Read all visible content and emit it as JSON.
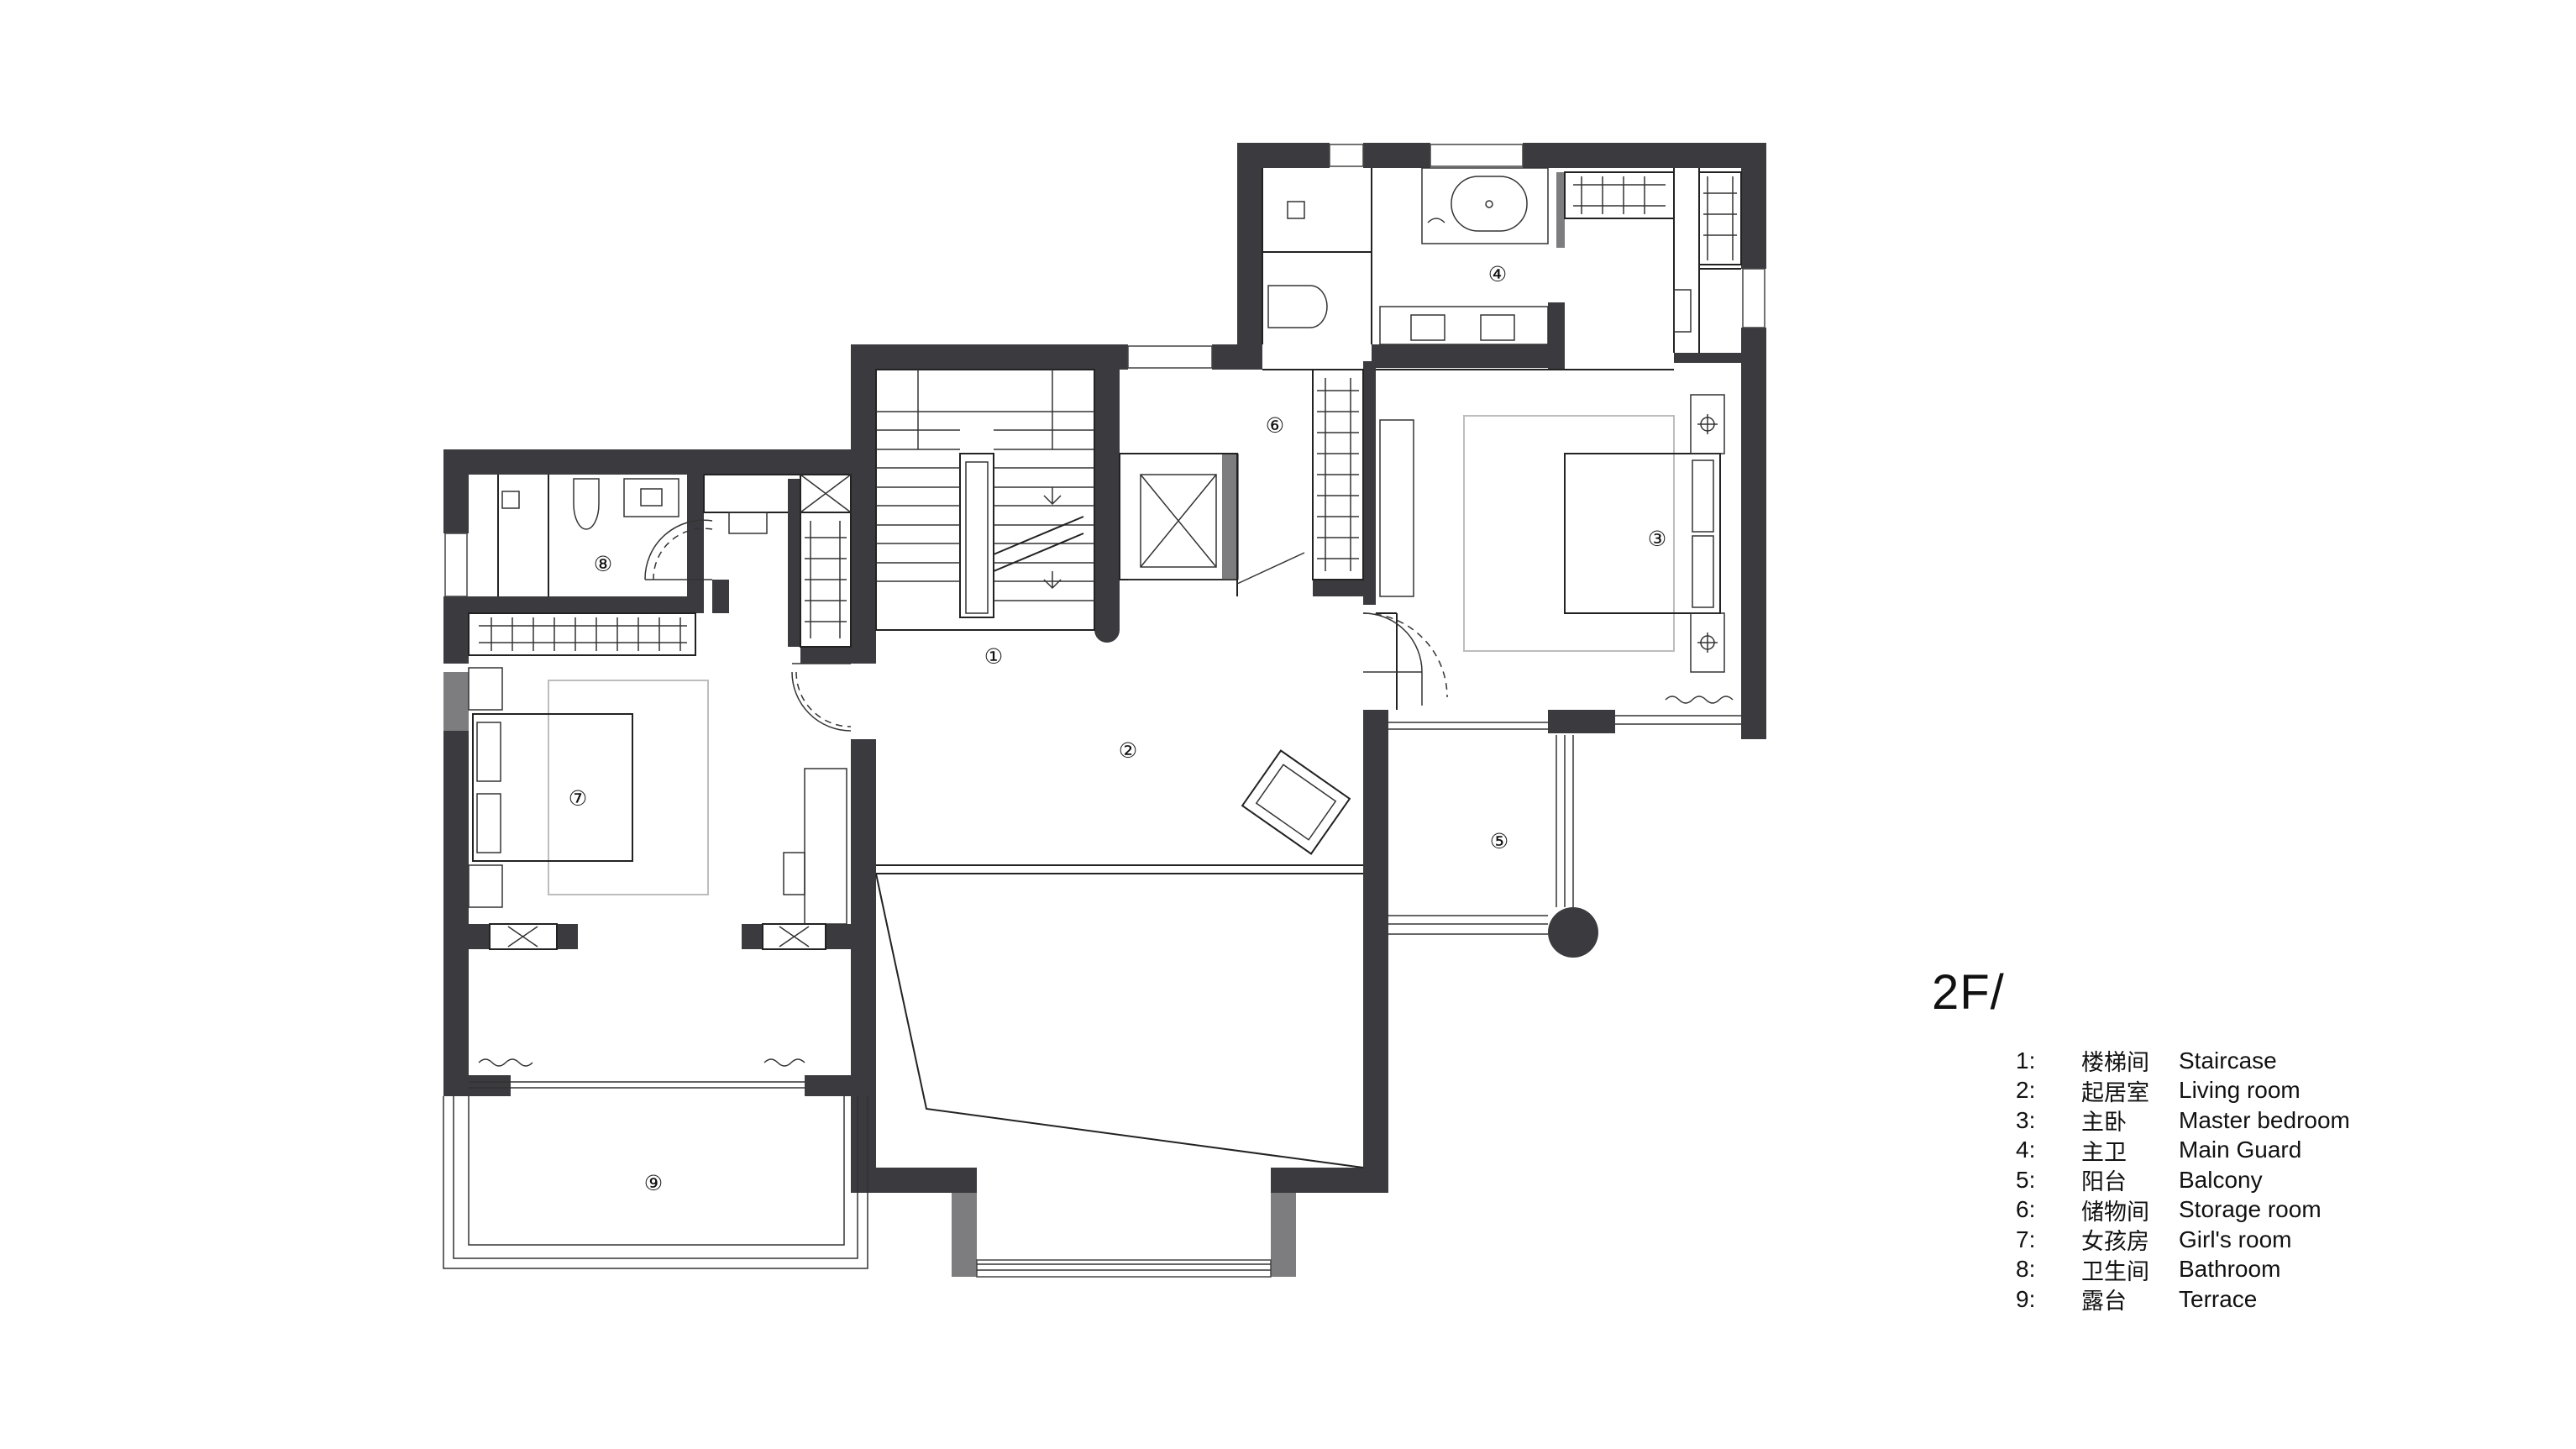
{
  "floor_title": "2F/",
  "room_markers": [
    "①",
    "②",
    "③",
    "④",
    "⑤",
    "⑥",
    "⑦",
    "⑧",
    "⑨"
  ],
  "legend": [
    {
      "num": "1:",
      "cn": "楼梯间",
      "en": "Staircase"
    },
    {
      "num": "2:",
      "cn": "起居室",
      "en": "Living room"
    },
    {
      "num": "3:",
      "cn": "主卧",
      "en": "Master bedroom"
    },
    {
      "num": "4:",
      "cn": "主卫",
      "en": "Main Guard"
    },
    {
      "num": "5:",
      "cn": "阳台",
      "en": "Balcony"
    },
    {
      "num": "6:",
      "cn": "储物间",
      "en": "Storage room"
    },
    {
      "num": "7:",
      "cn": "女孩房",
      "en": "Girl's room"
    },
    {
      "num": "8:",
      "cn": "卫生间",
      "en": "Bathroom"
    },
    {
      "num": "9:",
      "cn": "露台",
      "en": "Terrace"
    }
  ],
  "colors": {
    "wall": "#3b3b3f",
    "wall_light": "#7d7d80",
    "line": "#222222",
    "background": "#ffffff"
  }
}
